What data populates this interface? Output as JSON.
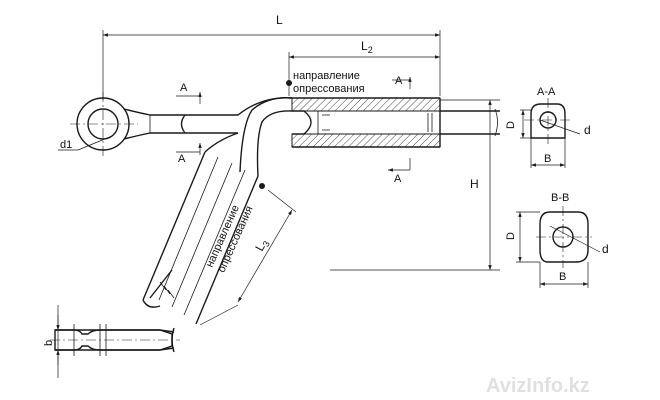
{
  "labels": {
    "L": "L",
    "L2": "L",
    "L2_sub": "2",
    "L3": "L",
    "L3_sub": "3",
    "H": "H",
    "d1": "d1",
    "D": "D",
    "d": "d",
    "B": "B",
    "b": "b",
    "A": "A",
    "section_aa": "A-A",
    "section_bb": "B-B",
    "press_dir_line1": "направление",
    "press_dir_line2": "опрессования"
  },
  "watermark": "AvizInfo.kz",
  "colors": {
    "line": "#1a1a1a",
    "watermark": "#e0e0e0"
  }
}
